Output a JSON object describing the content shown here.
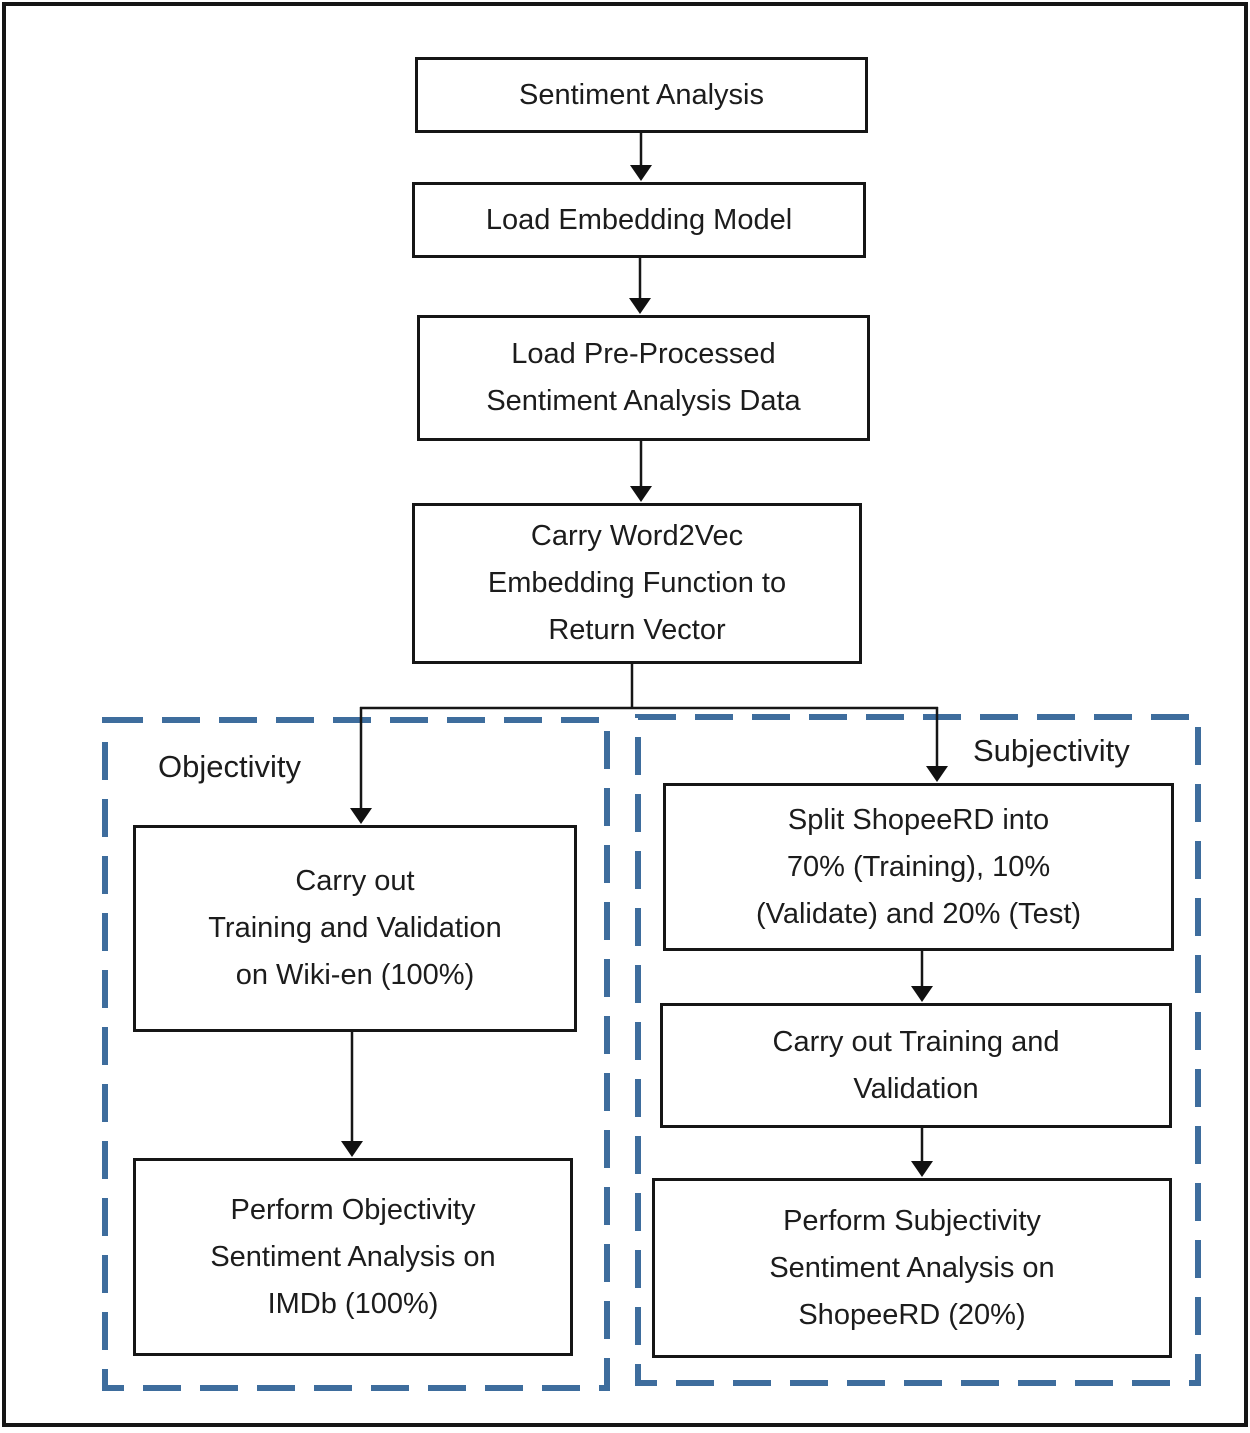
{
  "flowchart": {
    "nodes": {
      "sentiment_analysis": {
        "label": "Sentiment Analysis"
      },
      "load_embedding_model": {
        "label": "Load Embedding Model"
      },
      "load_preprocessed_data": {
        "label": "Load Pre-Processed\nSentiment Analysis Data"
      },
      "word2vec_embedding": {
        "label": "Carry Word2Vec\nEmbedding Function to\nReturn Vector"
      }
    },
    "branches": {
      "objectivity": {
        "label": "Objectivity",
        "nodes": {
          "train_validate": {
            "label": "Carry out\nTraining and Validation\non Wiki-en (100%)"
          },
          "perform_analysis": {
            "label": "Perform Objectivity\nSentiment Analysis on\nIMDb (100%)"
          }
        }
      },
      "subjectivity": {
        "label": "Subjectivity",
        "nodes": {
          "split_dataset": {
            "label": "Split ShopeeRD into\n70% (Training), 10%\n(Validate) and 20% (Test)"
          },
          "train_validate": {
            "label": "Carry out Training and\nValidation"
          },
          "perform_analysis": {
            "label": "Perform Subjectivity\nSentiment Analysis on\nShopeeRD (20%)"
          }
        }
      }
    },
    "colors": {
      "dashed_container_border": "#3E6D9D",
      "node_border": "#161616",
      "connector": "#161616",
      "text": "#1c1c1c",
      "background": "#ffffff"
    }
  }
}
